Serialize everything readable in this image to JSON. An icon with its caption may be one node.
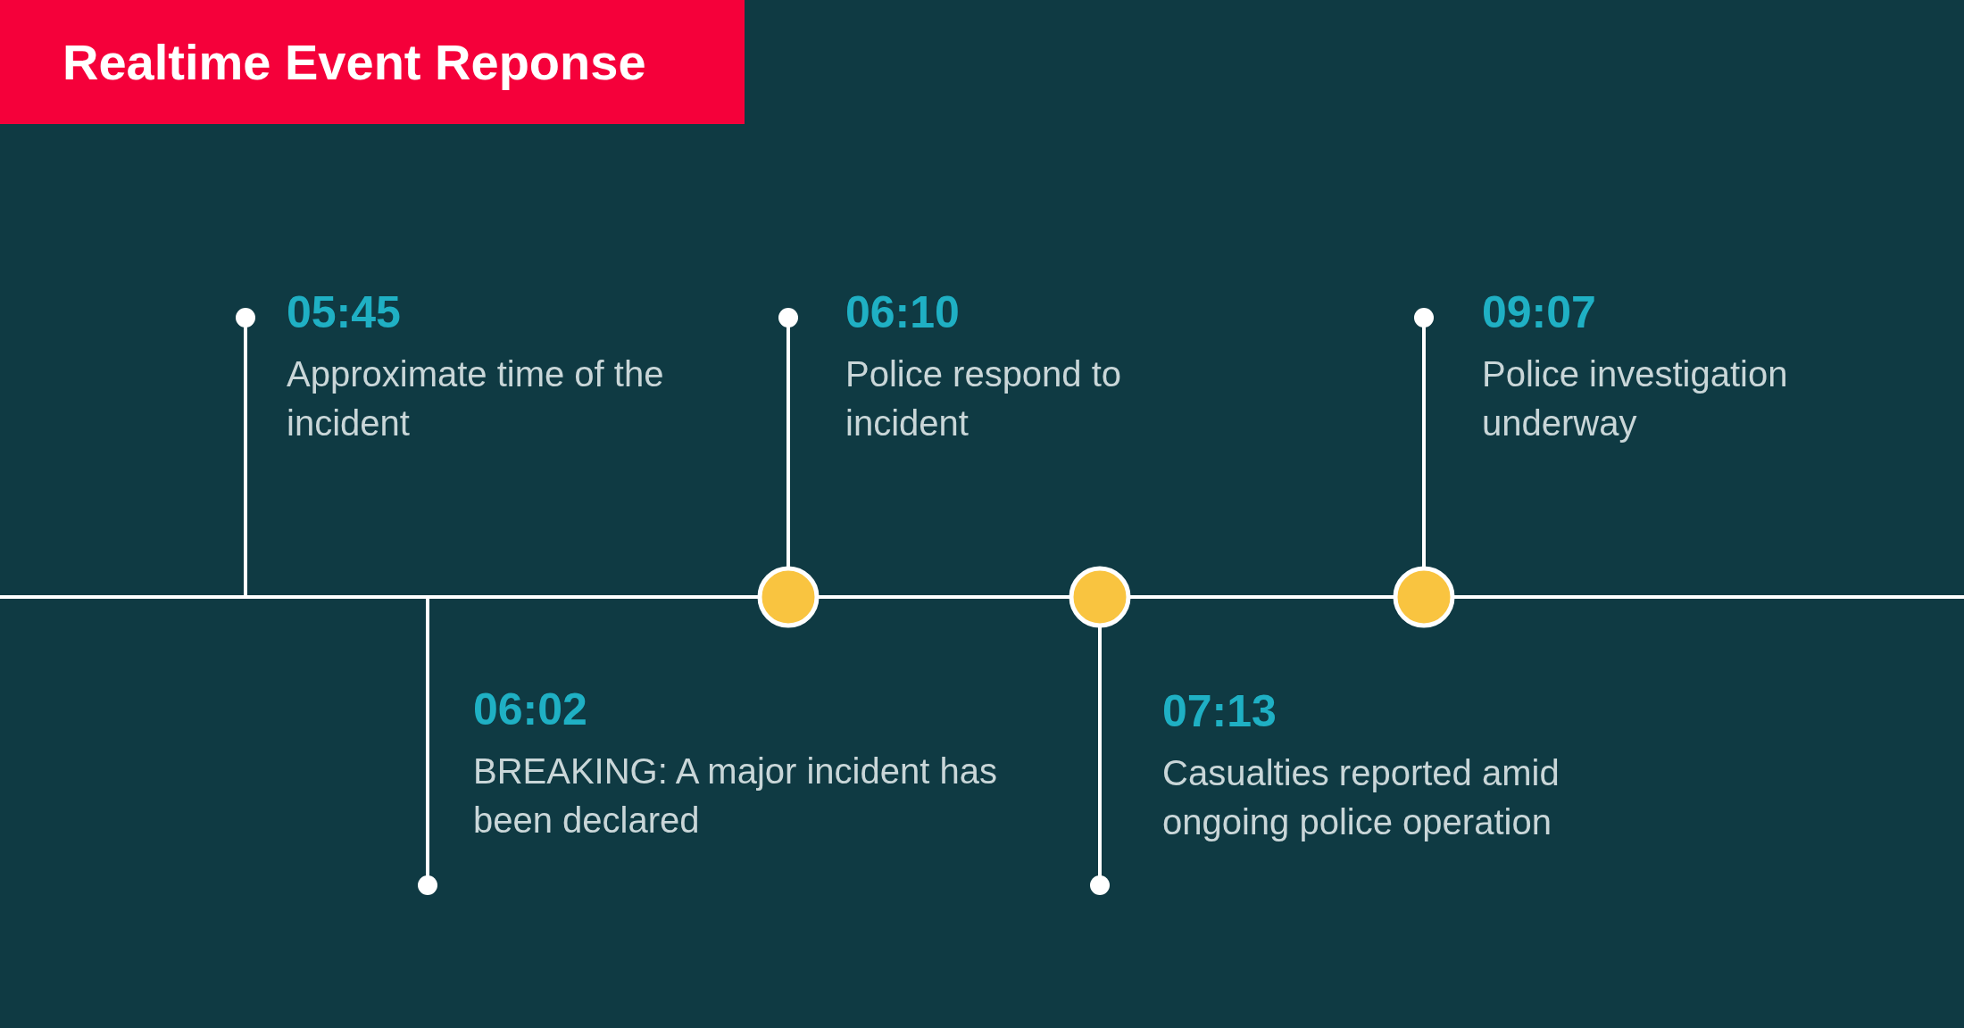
{
  "diagram": {
    "title": "Realtime Event Reponse",
    "nodes": [
      {
        "text": [
          "05:45",
          "Approximate time of the incident"
        ]
      },
      {
        "text": [
          "06:02",
          "BREAKING: A major incident has been declared"
        ]
      },
      {
        "text": [
          "06:10",
          "Police respond to incident"
        ]
      },
      {
        "text": [
          "07:13",
          "Casualties reported amid ongoing police operation"
        ]
      },
      {
        "text": [
          "09:07",
          "Police investigation underway"
        ]
      },
      {
        "text": [],
        "shape": "circle"
      },
      {
        "text": [],
        "shape": "circle"
      },
      {
        "text": [],
        "shape": "circle"
      }
    ],
    "edges": [
      {
        "from": null,
        "to": 0,
        "arrow": "other"
      },
      {
        "from": null,
        "to": 1,
        "arrow": "other"
      },
      {
        "from": 5,
        "to": 2,
        "arrow": "other"
      },
      {
        "from": 6,
        "to": 3,
        "arrow": "other"
      },
      {
        "from": 7,
        "to": 4,
        "arrow": "other"
      }
    ]
  }
}
